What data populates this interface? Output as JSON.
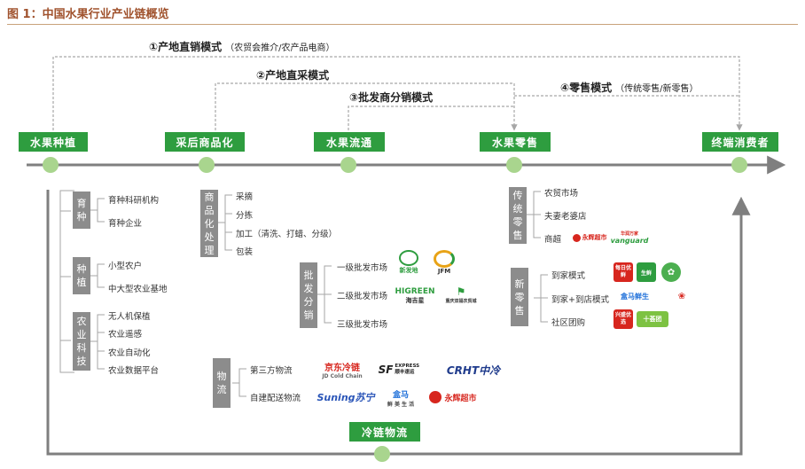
{
  "title": "图 1：中国水果行业产业链概览",
  "modes": [
    {
      "label": "①产地直销模式",
      "sub": "（农贸会推介/农产品电商）"
    },
    {
      "label": "②产地直采模式",
      "sub": ""
    },
    {
      "label": "③批发商分销模式",
      "sub": ""
    },
    {
      "label": "④零售模式",
      "sub": "（传统零售/新零售）"
    }
  ],
  "stages": [
    "水果种植",
    "采后商品化",
    "水果流通",
    "水果零售",
    "终端消费者"
  ],
  "cold_chain": "冷链物流",
  "planting": {
    "breeding": {
      "label": "育种",
      "items": [
        "育种科研机构",
        "育种企业"
      ]
    },
    "growing": {
      "label": "种植",
      "items": [
        "小型农户",
        "中大型农业基地"
      ]
    },
    "tech": {
      "label": "农业科技",
      "items": [
        "无人机保植",
        "农业遥感",
        "农业自动化",
        "农业数据平台"
      ]
    }
  },
  "postharvest": {
    "label": "商品化处理",
    "items": [
      "采摘",
      "分拣",
      "加工（清洗、打蜡、分级）",
      "包装"
    ]
  },
  "wholesale": {
    "label": "批发分销",
    "items": [
      "一级批发市场",
      "二级批发市场",
      "三级批发市场"
    ]
  },
  "logistics": {
    "label": "物流",
    "items": [
      "第三方物流",
      "自建配送物流"
    ]
  },
  "traditional": {
    "label": "传统零售",
    "items": [
      "农贸市场",
      "夫妻老婆店",
      "商超"
    ]
  },
  "newretail": {
    "label": "新零售",
    "items": [
      "到家模式",
      "到家+到店模式",
      "社区团购"
    ]
  },
  "logos": {
    "xfd": "新发地",
    "jfm": "JFM",
    "higreen": "HIGREEN",
    "higreen_sub": "海吉星",
    "chongqing": "重庆双福农贸城",
    "jd": "京东冷链",
    "jd_sub": "JD Cold Chain",
    "sf": "SF",
    "sf_sub": "EXPRESS 顺丰速运",
    "crht": "CRHT中冷",
    "suning": "Suning苏宁",
    "hema": "盒马",
    "hema_sub": "鲜 美 生 活",
    "yonghui": "永辉超市",
    "vanguard": "vanguard",
    "vanguard_top": "华润万家",
    "mryx": "每日优鲜",
    "fresh": "生鲜",
    "hema2": "盒马鲜生",
    "xingsheng": "兴盛优选",
    "shichengxian": "十荟团"
  },
  "colors": {
    "green": "#2e9d3f",
    "node": "#a9d58e",
    "gray": "#8c8c8c",
    "axis": "#7f7f7f",
    "title": "#a0522d"
  }
}
